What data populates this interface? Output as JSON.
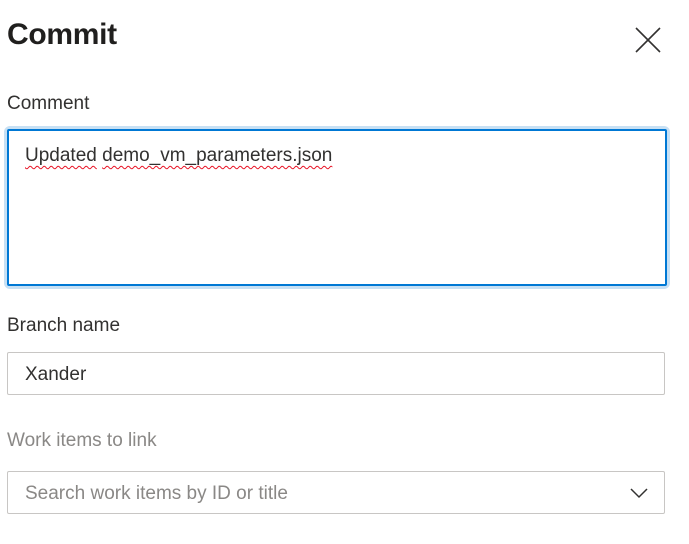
{
  "dialog": {
    "title": "Commit",
    "close_icon": "close-icon"
  },
  "comment": {
    "label": "Comment",
    "words": [
      "Updated",
      "demo_vm_parameters.json"
    ],
    "value": "Updated demo_vm_parameters.json",
    "focused": true,
    "focus_color": "#0078d4"
  },
  "branch": {
    "label": "Branch name",
    "value": "Xander"
  },
  "work_items": {
    "label": "Work items to link",
    "placeholder": "Search work items by ID or title",
    "dropdown_icon": "chevron-down-icon"
  }
}
